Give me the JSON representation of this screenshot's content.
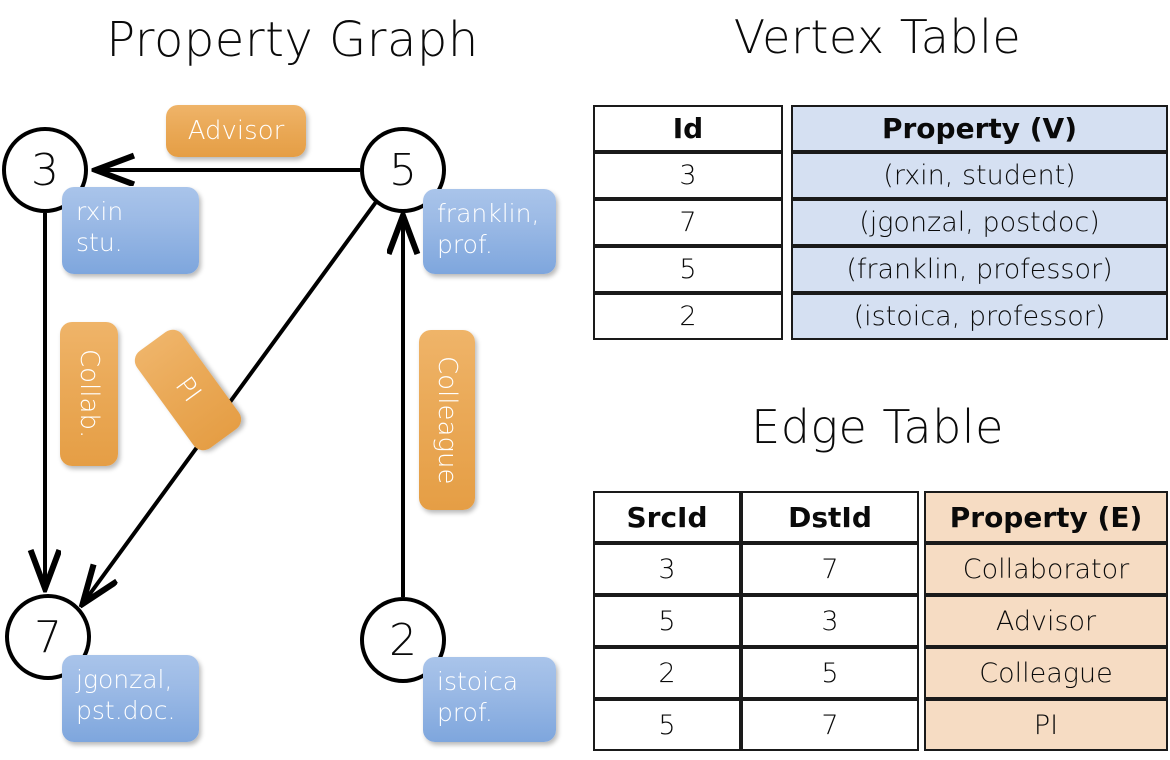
{
  "panels": {
    "graph_title": "Property Graph",
    "vertex_table_title": "Vertex Table",
    "edge_table_title": "Edge Table"
  },
  "graph": {
    "nodes": [
      {
        "id": "3",
        "property": "rxin\nstu."
      },
      {
        "id": "5",
        "property": "franklin,\nprof."
      },
      {
        "id": "7",
        "property": "jgonzal,\npst.doc."
      },
      {
        "id": "2",
        "property": "istoica\nprof."
      }
    ],
    "node_labels": {
      "n3": "3",
      "n5": "5",
      "n7": "7",
      "n2": "2"
    },
    "node_properties": {
      "n3_line1": "rxin",
      "n3_line2": "stu.",
      "n5_line1": "franklin,",
      "n5_line2": "prof.",
      "n7_line1": "jgonzal,",
      "n7_line2": "pst.doc.",
      "n2_line1": "istoica",
      "n2_line2": "prof."
    },
    "edge_labels": {
      "advisor": "Advisor",
      "collab": "Collab.",
      "pi": "PI",
      "colleague": "Colleague"
    }
  },
  "vertex_table": {
    "headers": [
      "Id",
      "Property (V)"
    ],
    "rows": [
      {
        "id": "3",
        "property": "(rxin, student)"
      },
      {
        "id": "7",
        "property": "(jgonzal, postdoc)"
      },
      {
        "id": "5",
        "property": "(franklin, professor)"
      },
      {
        "id": "2",
        "property": "(istoica, professor)"
      }
    ]
  },
  "edge_table": {
    "headers": [
      "SrcId",
      "DstId",
      "Property (E)"
    ],
    "rows": [
      {
        "src": "3",
        "dst": "7",
        "property": "Collaborator"
      },
      {
        "src": "5",
        "dst": "3",
        "property": "Advisor"
      },
      {
        "src": "2",
        "dst": "5",
        "property": "Colleague"
      },
      {
        "src": "5",
        "dst": "7",
        "property": "PI"
      }
    ]
  },
  "colors": {
    "vertex_property_blue": "#d5e0f2",
    "edge_property_peach": "#f6dcc3",
    "badge_blue": "#9dbbe6",
    "badge_orange": "#eaa957",
    "stroke": "#000000"
  }
}
